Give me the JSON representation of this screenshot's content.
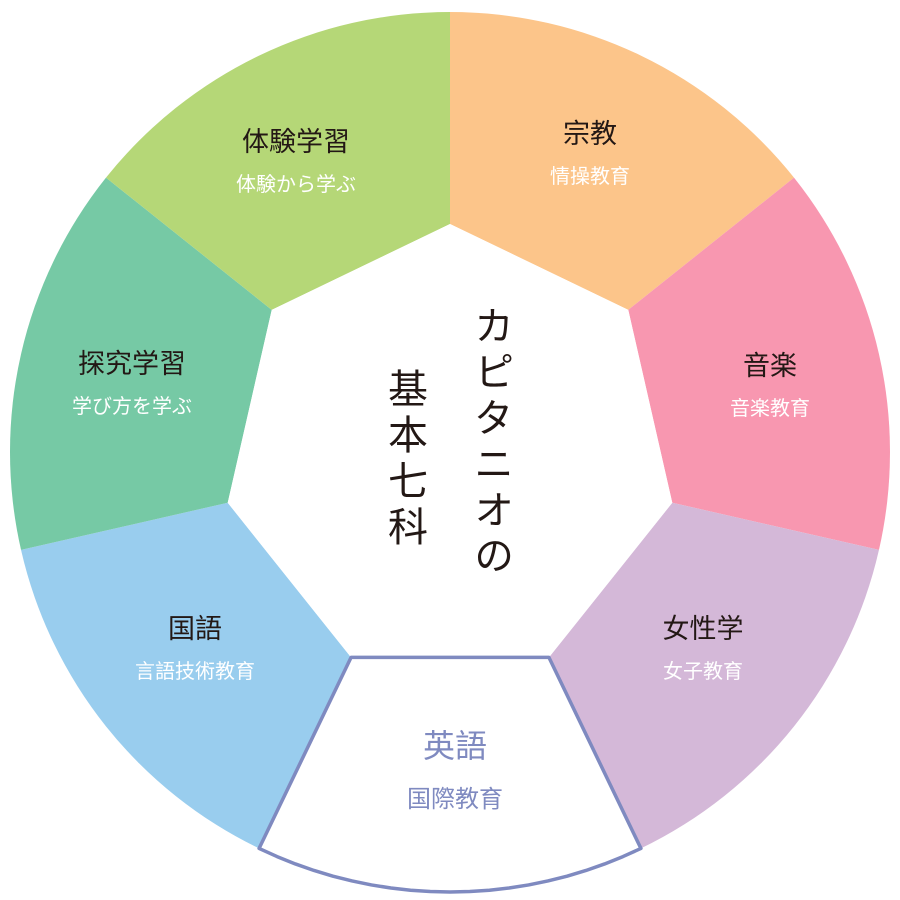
{
  "center": {
    "column_right": "カピタニオの",
    "column_left": "基本七科"
  },
  "segments": [
    {
      "id": "religion",
      "title": "宗教",
      "subtitle": "情操教育",
      "color": "#fcc58a",
      "highlighted": false
    },
    {
      "id": "music",
      "title": "音楽",
      "subtitle": "音楽教育",
      "color": "#f897b0",
      "highlighted": false
    },
    {
      "id": "womens-studies",
      "title": "女性学",
      "subtitle": "女子教育",
      "color": "#d4b8d8",
      "highlighted": false
    },
    {
      "id": "english",
      "title": "英語",
      "subtitle": "国際教育",
      "color": "#ffffff",
      "highlighted": true,
      "outline": "#7f8ac0"
    },
    {
      "id": "japanese",
      "title": "国語",
      "subtitle": "言語技術教育",
      "color": "#99cdee",
      "highlighted": false
    },
    {
      "id": "inquiry",
      "title": "探究学習",
      "subtitle": "学び方を学ぶ",
      "color": "#76c9a5",
      "highlighted": false
    },
    {
      "id": "experiential",
      "title": "体験学習",
      "subtitle": "体験から学ぶ",
      "color": "#b5d777",
      "highlighted": false
    }
  ]
}
